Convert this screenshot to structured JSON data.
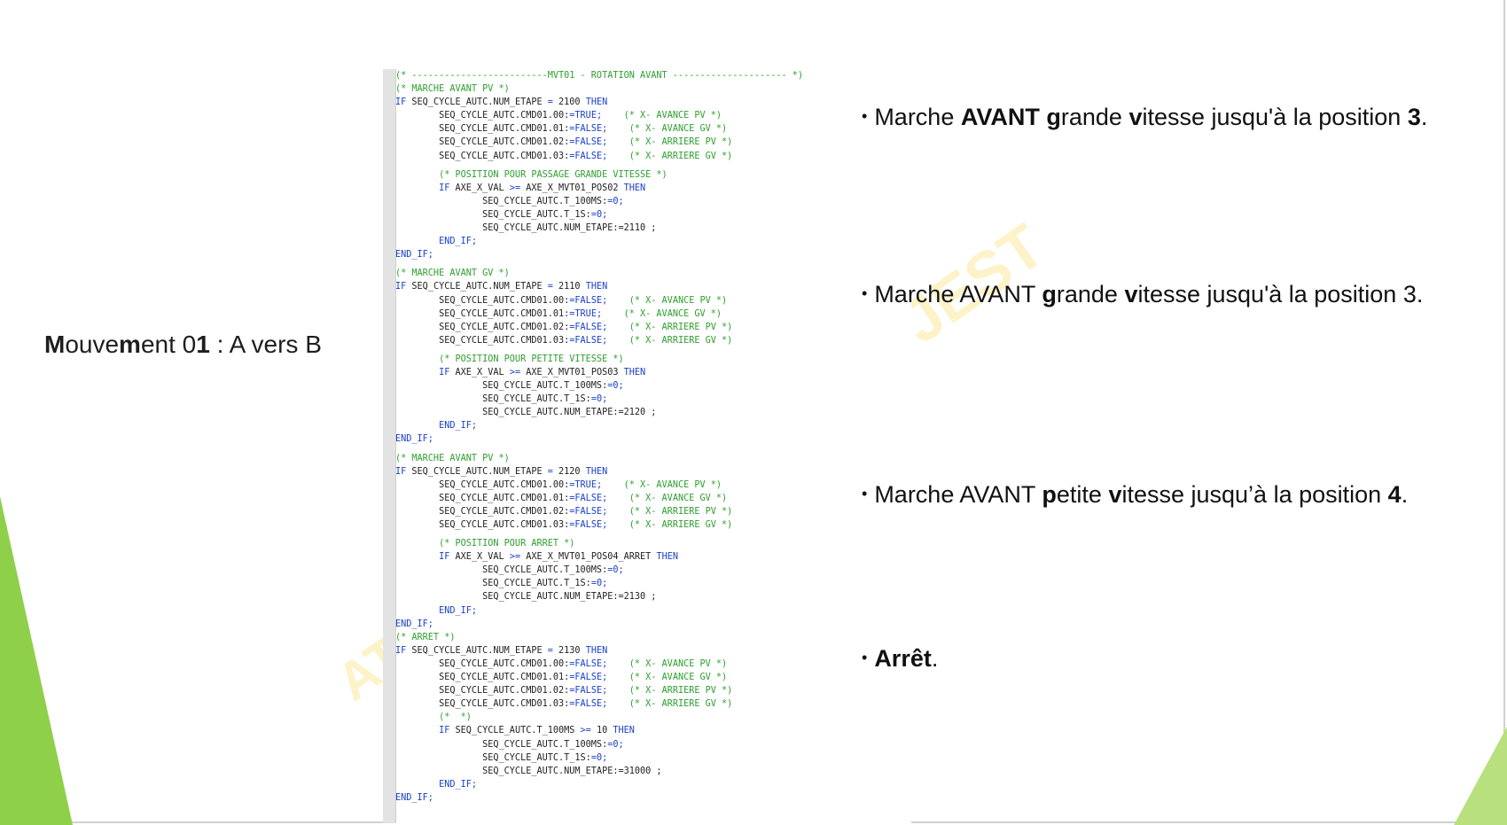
{
  "slide": {
    "left_title": {
      "p1": "M",
      "p2": "ouve",
      "p3": "m",
      "p4": "ent 0",
      "p5": "1",
      "p6": " : A vers B"
    },
    "watermark_top": "JEST",
    "watermark_bottom": "AT"
  },
  "code": {
    "lines": [
      {
        "parts": [
          {
            "t": "(* -------------------------MVT01 - ROTATION AVANT --------------------- *)",
            "c": "c-comment"
          }
        ]
      },
      {
        "parts": [
          {
            "t": "(* MARCHE AVANT PV *)",
            "c": "c-comment"
          }
        ]
      },
      {
        "parts": [
          {
            "t": "IF",
            "c": "c-kw"
          },
          {
            "t": " SEQ_CYCLE_AUTC.NUM_ETAPE ",
            "c": ""
          },
          {
            "t": "=",
            "c": "c-kw"
          },
          {
            "t": " 2100 ",
            "c": ""
          },
          {
            "t": "THEN",
            "c": "c-kw"
          }
        ]
      },
      {
        "parts": [
          {
            "t": "        SEQ_CYCLE_AUTC.CMD01.00:",
            "c": ""
          },
          {
            "t": "=TRUE;",
            "c": "c-val"
          },
          {
            "t": "    (* X- AVANCE PV *)",
            "c": "c-comment"
          }
        ]
      },
      {
        "parts": [
          {
            "t": "        SEQ_CYCLE_AUTC.CMD01.01:",
            "c": ""
          },
          {
            "t": "=FALSE;",
            "c": "c-val"
          },
          {
            "t": "    (* X- AVANCE GV *)",
            "c": "c-comment"
          }
        ]
      },
      {
        "parts": [
          {
            "t": "        SEQ_CYCLE_AUTC.CMD01.02:",
            "c": ""
          },
          {
            "t": "=FALSE;",
            "c": "c-val"
          },
          {
            "t": "    (* X- ARRIERE PV *)",
            "c": "c-comment"
          }
        ]
      },
      {
        "parts": [
          {
            "t": "        SEQ_CYCLE_AUTC.CMD01.03:",
            "c": ""
          },
          {
            "t": "=FALSE;",
            "c": "c-val"
          },
          {
            "t": "    (* X- ARRIERE GV *)",
            "c": "c-comment"
          }
        ]
      },
      {
        "gap": true
      },
      {
        "parts": [
          {
            "t": "        (* POSITION POUR PASSAGE GRANDE VITESSE *)",
            "c": "c-comment"
          }
        ]
      },
      {
        "parts": [
          {
            "t": "        IF",
            "c": "c-kw"
          },
          {
            "t": " AXE_X_VAL ",
            "c": ""
          },
          {
            "t": ">=",
            "c": "c-kw"
          },
          {
            "t": " AXE_X_MVT01_POS02 ",
            "c": ""
          },
          {
            "t": "THEN",
            "c": "c-kw"
          }
        ]
      },
      {
        "parts": [
          {
            "t": "                SEQ_CYCLE_AUTC.T_100MS:",
            "c": ""
          },
          {
            "t": "=0;",
            "c": "c-val"
          }
        ]
      },
      {
        "parts": [
          {
            "t": "                SEQ_CYCLE_AUTC.T_1S:",
            "c": ""
          },
          {
            "t": "=0;",
            "c": "c-val"
          }
        ]
      },
      {
        "parts": [
          {
            "t": "                SEQ_CYCLE_AUTC.NUM_ETAPE:",
            "c": ""
          },
          {
            "t": "=2110 ;",
            "c": "c-num"
          }
        ]
      },
      {
        "parts": [
          {
            "t": "        END_IF;",
            "c": "c-kw"
          }
        ]
      },
      {
        "parts": [
          {
            "t": "END_IF;",
            "c": "c-kw"
          }
        ]
      },
      {
        "gap": true
      },
      {
        "parts": [
          {
            "t": "(* MARCHE AVANT GV *)",
            "c": "c-comment"
          }
        ]
      },
      {
        "parts": [
          {
            "t": "IF",
            "c": "c-kw"
          },
          {
            "t": " SEQ_CYCLE_AUTC.NUM_ETAPE ",
            "c": ""
          },
          {
            "t": "=",
            "c": "c-kw"
          },
          {
            "t": " 2110 ",
            "c": ""
          },
          {
            "t": "THEN",
            "c": "c-kw"
          }
        ]
      },
      {
        "parts": [
          {
            "t": "        SEQ_CYCLE_AUTC.CMD01.00:",
            "c": ""
          },
          {
            "t": "=FALSE;",
            "c": "c-val"
          },
          {
            "t": "    (* X- AVANCE PV *)",
            "c": "c-comment"
          }
        ]
      },
      {
        "parts": [
          {
            "t": "        SEQ_CYCLE_AUTC.CMD01.01:",
            "c": ""
          },
          {
            "t": "=TRUE;",
            "c": "c-val"
          },
          {
            "t": "    (* X- AVANCE GV *)",
            "c": "c-comment"
          }
        ]
      },
      {
        "parts": [
          {
            "t": "        SEQ_CYCLE_AUTC.CMD01.02:",
            "c": ""
          },
          {
            "t": "=FALSE;",
            "c": "c-val"
          },
          {
            "t": "    (* X- ARRIERE PV *)",
            "c": "c-comment"
          }
        ]
      },
      {
        "parts": [
          {
            "t": "        SEQ_CYCLE_AUTC.CMD01.03:",
            "c": ""
          },
          {
            "t": "=FALSE;",
            "c": "c-val"
          },
          {
            "t": "    (* X- ARRIERE GV *)",
            "c": "c-comment"
          }
        ]
      },
      {
        "gap": true
      },
      {
        "parts": [
          {
            "t": "        (* POSITION POUR PETITE VITESSE *)",
            "c": "c-comment"
          }
        ]
      },
      {
        "parts": [
          {
            "t": "        IF",
            "c": "c-kw"
          },
          {
            "t": " AXE_X_VAL ",
            "c": ""
          },
          {
            "t": ">=",
            "c": "c-kw"
          },
          {
            "t": " AXE_X_MVT01_POS03 ",
            "c": ""
          },
          {
            "t": "THEN",
            "c": "c-kw"
          }
        ]
      },
      {
        "parts": [
          {
            "t": "                SEQ_CYCLE_AUTC.T_100MS:",
            "c": ""
          },
          {
            "t": "=0;",
            "c": "c-val"
          }
        ]
      },
      {
        "parts": [
          {
            "t": "                SEQ_CYCLE_AUTC.T_1S:",
            "c": ""
          },
          {
            "t": "=0;",
            "c": "c-val"
          }
        ]
      },
      {
        "parts": [
          {
            "t": "                SEQ_CYCLE_AUTC.NUM_ETAPE:",
            "c": ""
          },
          {
            "t": "=2120 ;",
            "c": "c-num"
          }
        ]
      },
      {
        "parts": [
          {
            "t": "        END_IF;",
            "c": "c-kw"
          }
        ]
      },
      {
        "parts": [
          {
            "t": "END_IF;",
            "c": "c-kw"
          }
        ]
      },
      {
        "gap": true
      },
      {
        "parts": [
          {
            "t": "(* MARCHE AVANT PV *)",
            "c": "c-comment"
          }
        ]
      },
      {
        "parts": [
          {
            "t": "IF",
            "c": "c-kw"
          },
          {
            "t": " SEQ_CYCLE_AUTC.NUM_ETAPE ",
            "c": ""
          },
          {
            "t": "=",
            "c": "c-kw"
          },
          {
            "t": " 2120 ",
            "c": ""
          },
          {
            "t": "THEN",
            "c": "c-kw"
          }
        ]
      },
      {
        "parts": [
          {
            "t": "        SEQ_CYCLE_AUTC.CMD01.00:",
            "c": ""
          },
          {
            "t": "=TRUE;",
            "c": "c-val"
          },
          {
            "t": "    (* X- AVANCE PV *)",
            "c": "c-comment"
          }
        ]
      },
      {
        "parts": [
          {
            "t": "        SEQ_CYCLE_AUTC.CMD01.01:",
            "c": ""
          },
          {
            "t": "=FALSE;",
            "c": "c-val"
          },
          {
            "t": "    (* X- AVANCE GV *)",
            "c": "c-comment"
          }
        ]
      },
      {
        "parts": [
          {
            "t": "        SEQ_CYCLE_AUTC.CMD01.02:",
            "c": ""
          },
          {
            "t": "=FALSE;",
            "c": "c-val"
          },
          {
            "t": "    (* X- ARRIERE PV *)",
            "c": "c-comment"
          }
        ]
      },
      {
        "parts": [
          {
            "t": "        SEQ_CYCLE_AUTC.CMD01.03:",
            "c": ""
          },
          {
            "t": "=FALSE;",
            "c": "c-val"
          },
          {
            "t": "    (* X- ARRIERE GV *)",
            "c": "c-comment"
          }
        ]
      },
      {
        "gap": true
      },
      {
        "parts": [
          {
            "t": "        (* POSITION POUR ARRET *)",
            "c": "c-comment"
          }
        ]
      },
      {
        "parts": [
          {
            "t": "        IF",
            "c": "c-kw"
          },
          {
            "t": " AXE_X_VAL ",
            "c": ""
          },
          {
            "t": ">=",
            "c": "c-kw"
          },
          {
            "t": " AXE_X_MVT01_POS04_ARRET ",
            "c": ""
          },
          {
            "t": "THEN",
            "c": "c-kw"
          }
        ]
      },
      {
        "parts": [
          {
            "t": "                SEQ_CYCLE_AUTC.T_100MS:",
            "c": ""
          },
          {
            "t": "=0;",
            "c": "c-val"
          }
        ]
      },
      {
        "parts": [
          {
            "t": "                SEQ_CYCLE_AUTC.T_1S:",
            "c": ""
          },
          {
            "t": "=0;",
            "c": "c-val"
          }
        ]
      },
      {
        "parts": [
          {
            "t": "                SEQ_CYCLE_AUTC.NUM_ETAPE:",
            "c": ""
          },
          {
            "t": "=2130 ;",
            "c": "c-num"
          }
        ]
      },
      {
        "parts": [
          {
            "t": "        END_IF;",
            "c": "c-kw"
          }
        ]
      },
      {
        "parts": [
          {
            "t": "END_IF;",
            "c": "c-kw"
          }
        ]
      },
      {
        "parts": [
          {
            "t": "(* ARRET *)",
            "c": "c-comment"
          }
        ]
      },
      {
        "parts": [
          {
            "t": "IF",
            "c": "c-kw"
          },
          {
            "t": " SEQ_CYCLE_AUTC.NUM_ETAPE ",
            "c": ""
          },
          {
            "t": "=",
            "c": "c-kw"
          },
          {
            "t": " 2130 ",
            "c": ""
          },
          {
            "t": "THEN",
            "c": "c-kw"
          }
        ]
      },
      {
        "parts": [
          {
            "t": "        SEQ_CYCLE_AUTC.CMD01.00:",
            "c": ""
          },
          {
            "t": "=FALSE;",
            "c": "c-val"
          },
          {
            "t": "    (* X- AVANCE PV *)",
            "c": "c-comment"
          }
        ]
      },
      {
        "parts": [
          {
            "t": "        SEQ_CYCLE_AUTC.CMD01.01:",
            "c": ""
          },
          {
            "t": "=FALSE;",
            "c": "c-val"
          },
          {
            "t": "    (* X- AVANCE GV *)",
            "c": "c-comment"
          }
        ]
      },
      {
        "parts": [
          {
            "t": "        SEQ_CYCLE_AUTC.CMD01.02:",
            "c": ""
          },
          {
            "t": "=FALSE;",
            "c": "c-val"
          },
          {
            "t": "    (* X- ARRIERE PV *)",
            "c": "c-comment"
          }
        ]
      },
      {
        "parts": [
          {
            "t": "        SEQ_CYCLE_AUTC.CMD01.03:",
            "c": ""
          },
          {
            "t": "=FALSE;",
            "c": "c-val"
          },
          {
            "t": "    (* X- ARRIERE GV *)",
            "c": "c-comment"
          }
        ]
      },
      {
        "parts": [
          {
            "t": "        (*  *)",
            "c": "c-comment"
          }
        ]
      },
      {
        "parts": [
          {
            "t": "        IF",
            "c": "c-kw"
          },
          {
            "t": " SEQ_CYCLE_AUTC.T_100MS ",
            "c": ""
          },
          {
            "t": ">=",
            "c": "c-kw"
          },
          {
            "t": " 10 ",
            "c": ""
          },
          {
            "t": "THEN",
            "c": "c-kw"
          }
        ]
      },
      {
        "parts": [
          {
            "t": "                SEQ_CYCLE_AUTC.T_100MS:",
            "c": ""
          },
          {
            "t": "=0;",
            "c": "c-val"
          }
        ]
      },
      {
        "parts": [
          {
            "t": "                SEQ_CYCLE_AUTC.T_1S:",
            "c": ""
          },
          {
            "t": "=0;",
            "c": "c-val"
          }
        ]
      },
      {
        "parts": [
          {
            "t": "                SEQ_CYCLE_AUTC.NUM_ETAPE:",
            "c": ""
          },
          {
            "t": "=31000 ;",
            "c": "c-num"
          }
        ]
      },
      {
        "parts": [
          {
            "t": "        END_IF;",
            "c": "c-kw"
          }
        ]
      },
      {
        "parts": [
          {
            "t": "END_IF;",
            "c": "c-kw"
          }
        ]
      }
    ]
  },
  "bullets": {
    "dot": "•",
    "b1": {
      "t1": "Marche ",
      "t2": "AVANT",
      "t3": " ",
      "t4": "g",
      "t5": "rande ",
      "t6": "v",
      "t7": "itesse jusqu'à la position ",
      "t8": "3",
      "t9": "."
    },
    "b2": {
      "t1": "Marche AVANT ",
      "t2": "g",
      "t3": "rande ",
      "t4": "v",
      "t5": "itesse jusqu'à la position 3."
    },
    "b3": {
      "t1": "Marche AVANT ",
      "t2": "p",
      "t3": "etite ",
      "t4": "v",
      "t5": "itesse jusqu’à la position ",
      "t6": "4",
      "t7": "."
    },
    "b4": {
      "t1": "Arrêt",
      "t2": "."
    }
  },
  "colors": {
    "accent_green": "#8fd04a",
    "light_green": "#b8e07e",
    "code_comment": "#2e9e2e",
    "code_keyword": "#1a3fc9"
  }
}
